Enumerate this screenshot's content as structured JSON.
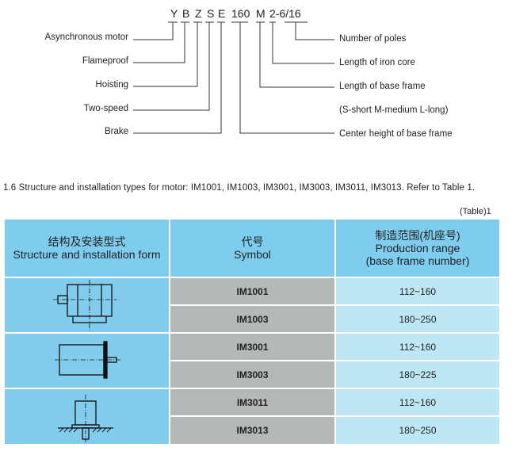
{
  "designation": {
    "code_letters": [
      "Y",
      "B",
      "Z",
      "S",
      "E",
      "160",
      "M",
      "2-6/16"
    ],
    "left_labels": [
      "Asynchronous motor",
      "Flameproof",
      "Hoisting",
      "Two-speed",
      "Brake"
    ],
    "right_labels": [
      "Number of poles",
      "Length of iron core",
      "Length of base frame",
      "(S-short M-medium L-long)",
      "Center height of base frame"
    ]
  },
  "caption": "1.6 Structure and installation types for motor: IM1001, IM1003, IM3001, IM3003, IM3011, IM3013. Refer to Table 1.",
  "table_label": "(Table)1",
  "table": {
    "headers": [
      {
        "cn": "结构及安装型式",
        "en": "Structure and installation form",
        "en2": ""
      },
      {
        "cn": "代号",
        "en": "Symbol",
        "en2": ""
      },
      {
        "cn": "制造范围(机座号)",
        "en": "Production range",
        "en2": "(base frame number)"
      }
    ],
    "rows": [
      {
        "symbol": "IM1001",
        "range": "112~160"
      },
      {
        "symbol": "IM1003",
        "range": "180~250"
      },
      {
        "symbol": "IM3001",
        "range": "112~160"
      },
      {
        "symbol": "IM3003",
        "range": "180~225"
      },
      {
        "symbol": "IM3011",
        "range": "112~160"
      },
      {
        "symbol": "IM3013",
        "range": "180~250"
      }
    ]
  },
  "colors": {
    "header": "#7fcdee",
    "symbol_cell": "#b5b8b8",
    "range_cell": "#bde7f4"
  }
}
